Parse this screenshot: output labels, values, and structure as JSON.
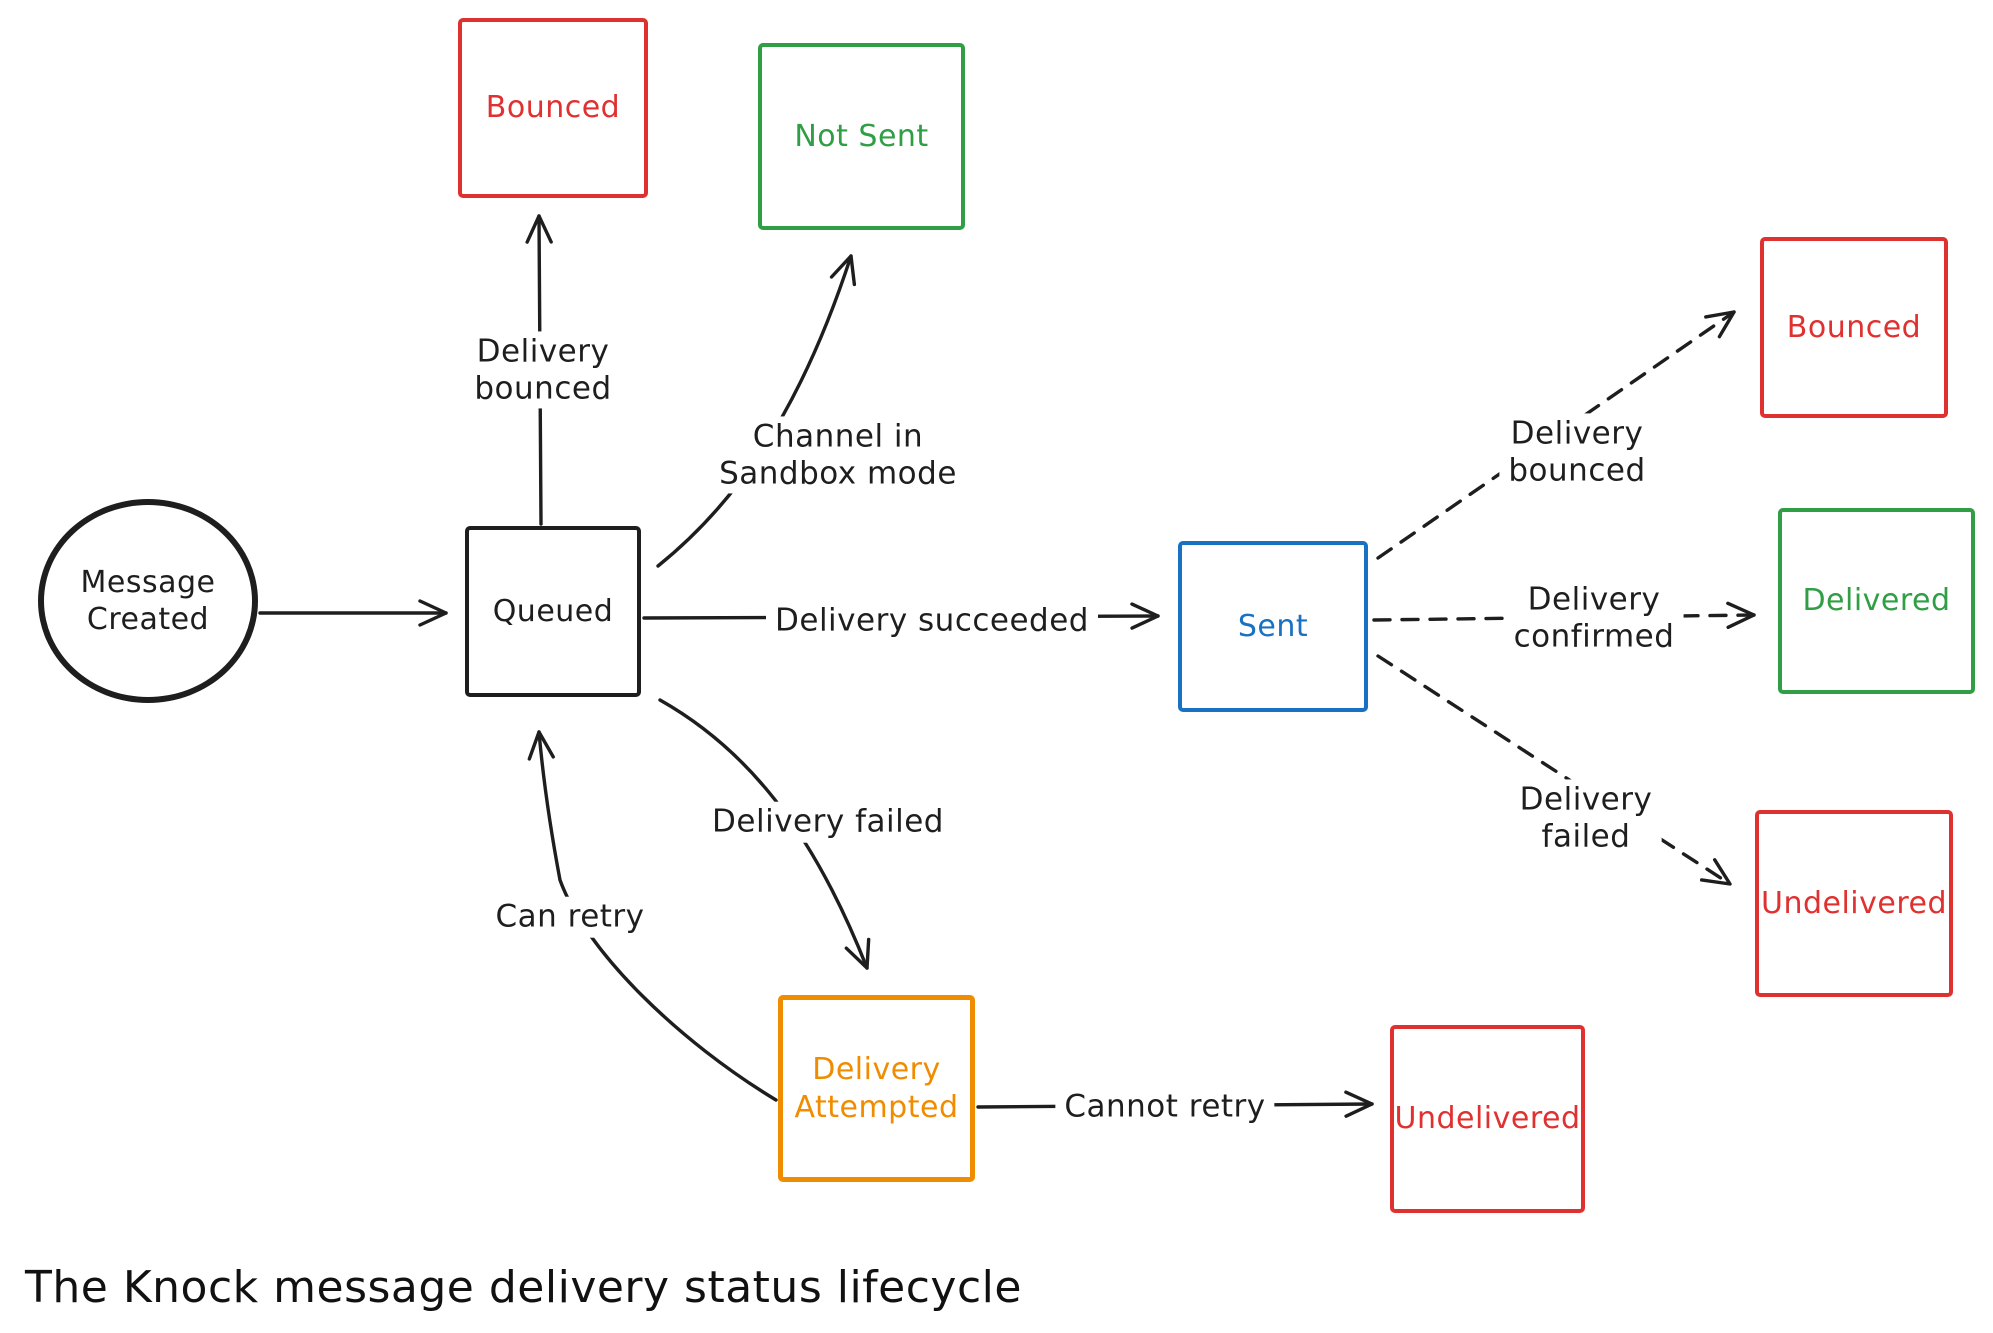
{
  "title": "The Knock message delivery status lifecycle",
  "colors": {
    "black": "#1e1e1e",
    "red": "#e03131",
    "green": "#2f9e44",
    "blue": "#1971c2",
    "orange": "#f08c00",
    "background": "#ffffff"
  },
  "nodes": {
    "message_created": {
      "label": "Message\nCreated",
      "shape": "circle",
      "color": "black"
    },
    "queued": {
      "label": "Queued",
      "shape": "rect",
      "color": "black"
    },
    "bounced_top": {
      "label": "Bounced",
      "shape": "rect",
      "color": "red"
    },
    "not_sent": {
      "label": "Not Sent",
      "shape": "rect",
      "color": "green"
    },
    "sent": {
      "label": "Sent",
      "shape": "rect",
      "color": "blue"
    },
    "bounced_right": {
      "label": "Bounced",
      "shape": "rect",
      "color": "red"
    },
    "delivered": {
      "label": "Delivered",
      "shape": "rect",
      "color": "green"
    },
    "undelivered_right": {
      "label": "Undelivered",
      "shape": "rect",
      "color": "red"
    },
    "delivery_attempted": {
      "label": "Delivery\nAttempted",
      "shape": "rect",
      "color": "orange"
    },
    "undelivered_bottom": {
      "label": "Undelivered",
      "shape": "rect",
      "color": "red"
    }
  },
  "edges": {
    "delivery_bounced_left": {
      "label": "Delivery\nbounced",
      "from": "queued",
      "to": "bounced_top",
      "style": "solid"
    },
    "channel_sandbox": {
      "label": "Channel in\nSandbox mode",
      "from": "queued",
      "to": "not_sent",
      "style": "solid"
    },
    "delivery_succeeded": {
      "label": "Delivery succeeded",
      "from": "queued",
      "to": "sent",
      "style": "solid"
    },
    "delivery_failed_left": {
      "label": "Delivery failed",
      "from": "queued",
      "to": "delivery_attempted",
      "style": "solid"
    },
    "can_retry": {
      "label": "Can retry",
      "from": "delivery_attempted",
      "to": "queued",
      "style": "solid"
    },
    "cannot_retry": {
      "label": "Cannot retry",
      "from": "delivery_attempted",
      "to": "undelivered_bottom",
      "style": "solid"
    },
    "delivery_bounced_right": {
      "label": "Delivery\nbounced",
      "from": "sent",
      "to": "bounced_right",
      "style": "dashed"
    },
    "delivery_confirmed": {
      "label": "Delivery\nconfirmed",
      "from": "sent",
      "to": "delivered",
      "style": "dashed"
    },
    "delivery_failed_right": {
      "label": "Delivery\nfailed",
      "from": "sent",
      "to": "undelivered_right",
      "style": "dashed"
    }
  }
}
